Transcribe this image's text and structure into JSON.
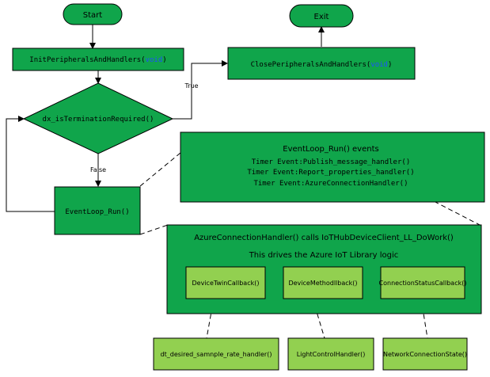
{
  "nodes": {
    "start": "Start",
    "exit": "Exit",
    "init_pre": "InitPeripheralsAndHandlers(",
    "init_void": "void",
    "init_post": ")",
    "close_pre": "ClosePeripheralsAndHandlers(",
    "close_void": "void",
    "close_post": ")",
    "decision": "dx_isTerminationRequired()",
    "event_loop": "EventLoop_Run()"
  },
  "edges": {
    "true_label": "True",
    "false_label": "False"
  },
  "events_box": {
    "title": "EventLoop_Run() events",
    "lines": [
      "Timer Event:Publish_message_handler()",
      "Timer Event:Report_properties_handler()",
      "Timer Event:AzureConnectionHandler()"
    ]
  },
  "azure_box": {
    "title": "AzureConnectionHandler() calls IoTHubDeviceClient_LL_DoWork()",
    "subtitle": "This drives the Azure IoT Library logic",
    "callbacks": [
      "DeviceTwinCallback()",
      "DeviceMethodllback()",
      "ConnectionStatusCallback()"
    ]
  },
  "handlers": [
    "dt_desired_samnple_rate_handler()",
    "LightControlHandler()",
    "NetworkConnectionState()"
  ],
  "colors": {
    "dark_green": "#10a54b",
    "light_green": "#92d050",
    "void_blue": "#1f4fff",
    "stroke": "#000000"
  }
}
